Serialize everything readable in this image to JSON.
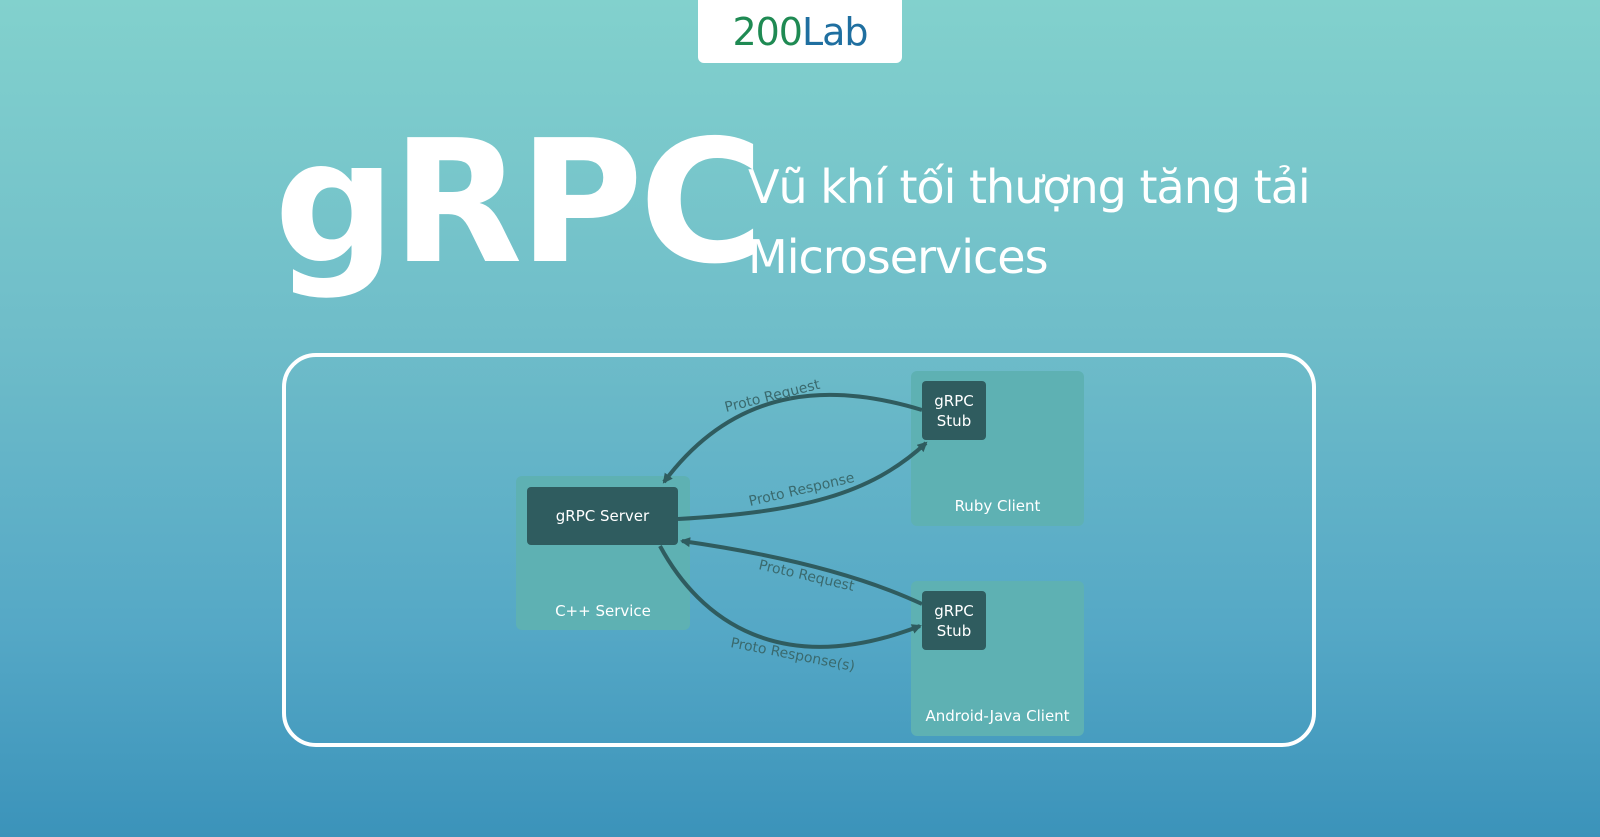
{
  "logo": {
    "part1": "200",
    "part2": "Lab",
    "color1": "#1f8a53",
    "color2": "#1f6fa0"
  },
  "hero": {
    "title": "gRPC",
    "subtitle_line1": "Vũ khí tối thượng tăng tải",
    "subtitle_line2": "Microservices"
  },
  "diagram": {
    "server_panel": {
      "label": "C++ Service",
      "node": "gRPC Server"
    },
    "ruby_panel": {
      "label": "Ruby Client",
      "stub_line1": "gRPC",
      "stub_line2": "Stub"
    },
    "android_panel": {
      "label": "Android-Java Client",
      "stub_line1": "gRPC",
      "stub_line2": "Stub"
    },
    "edges": {
      "ruby_request": "Proto Request",
      "ruby_response": "Proto Response",
      "android_request": "Proto Request",
      "android_response": "Proto Response(s)"
    }
  },
  "colors": {
    "node": "#2f5c5f",
    "panel": "#5eb1b3",
    "arrow": "#2f5c5f",
    "frame": "#ffffff"
  }
}
